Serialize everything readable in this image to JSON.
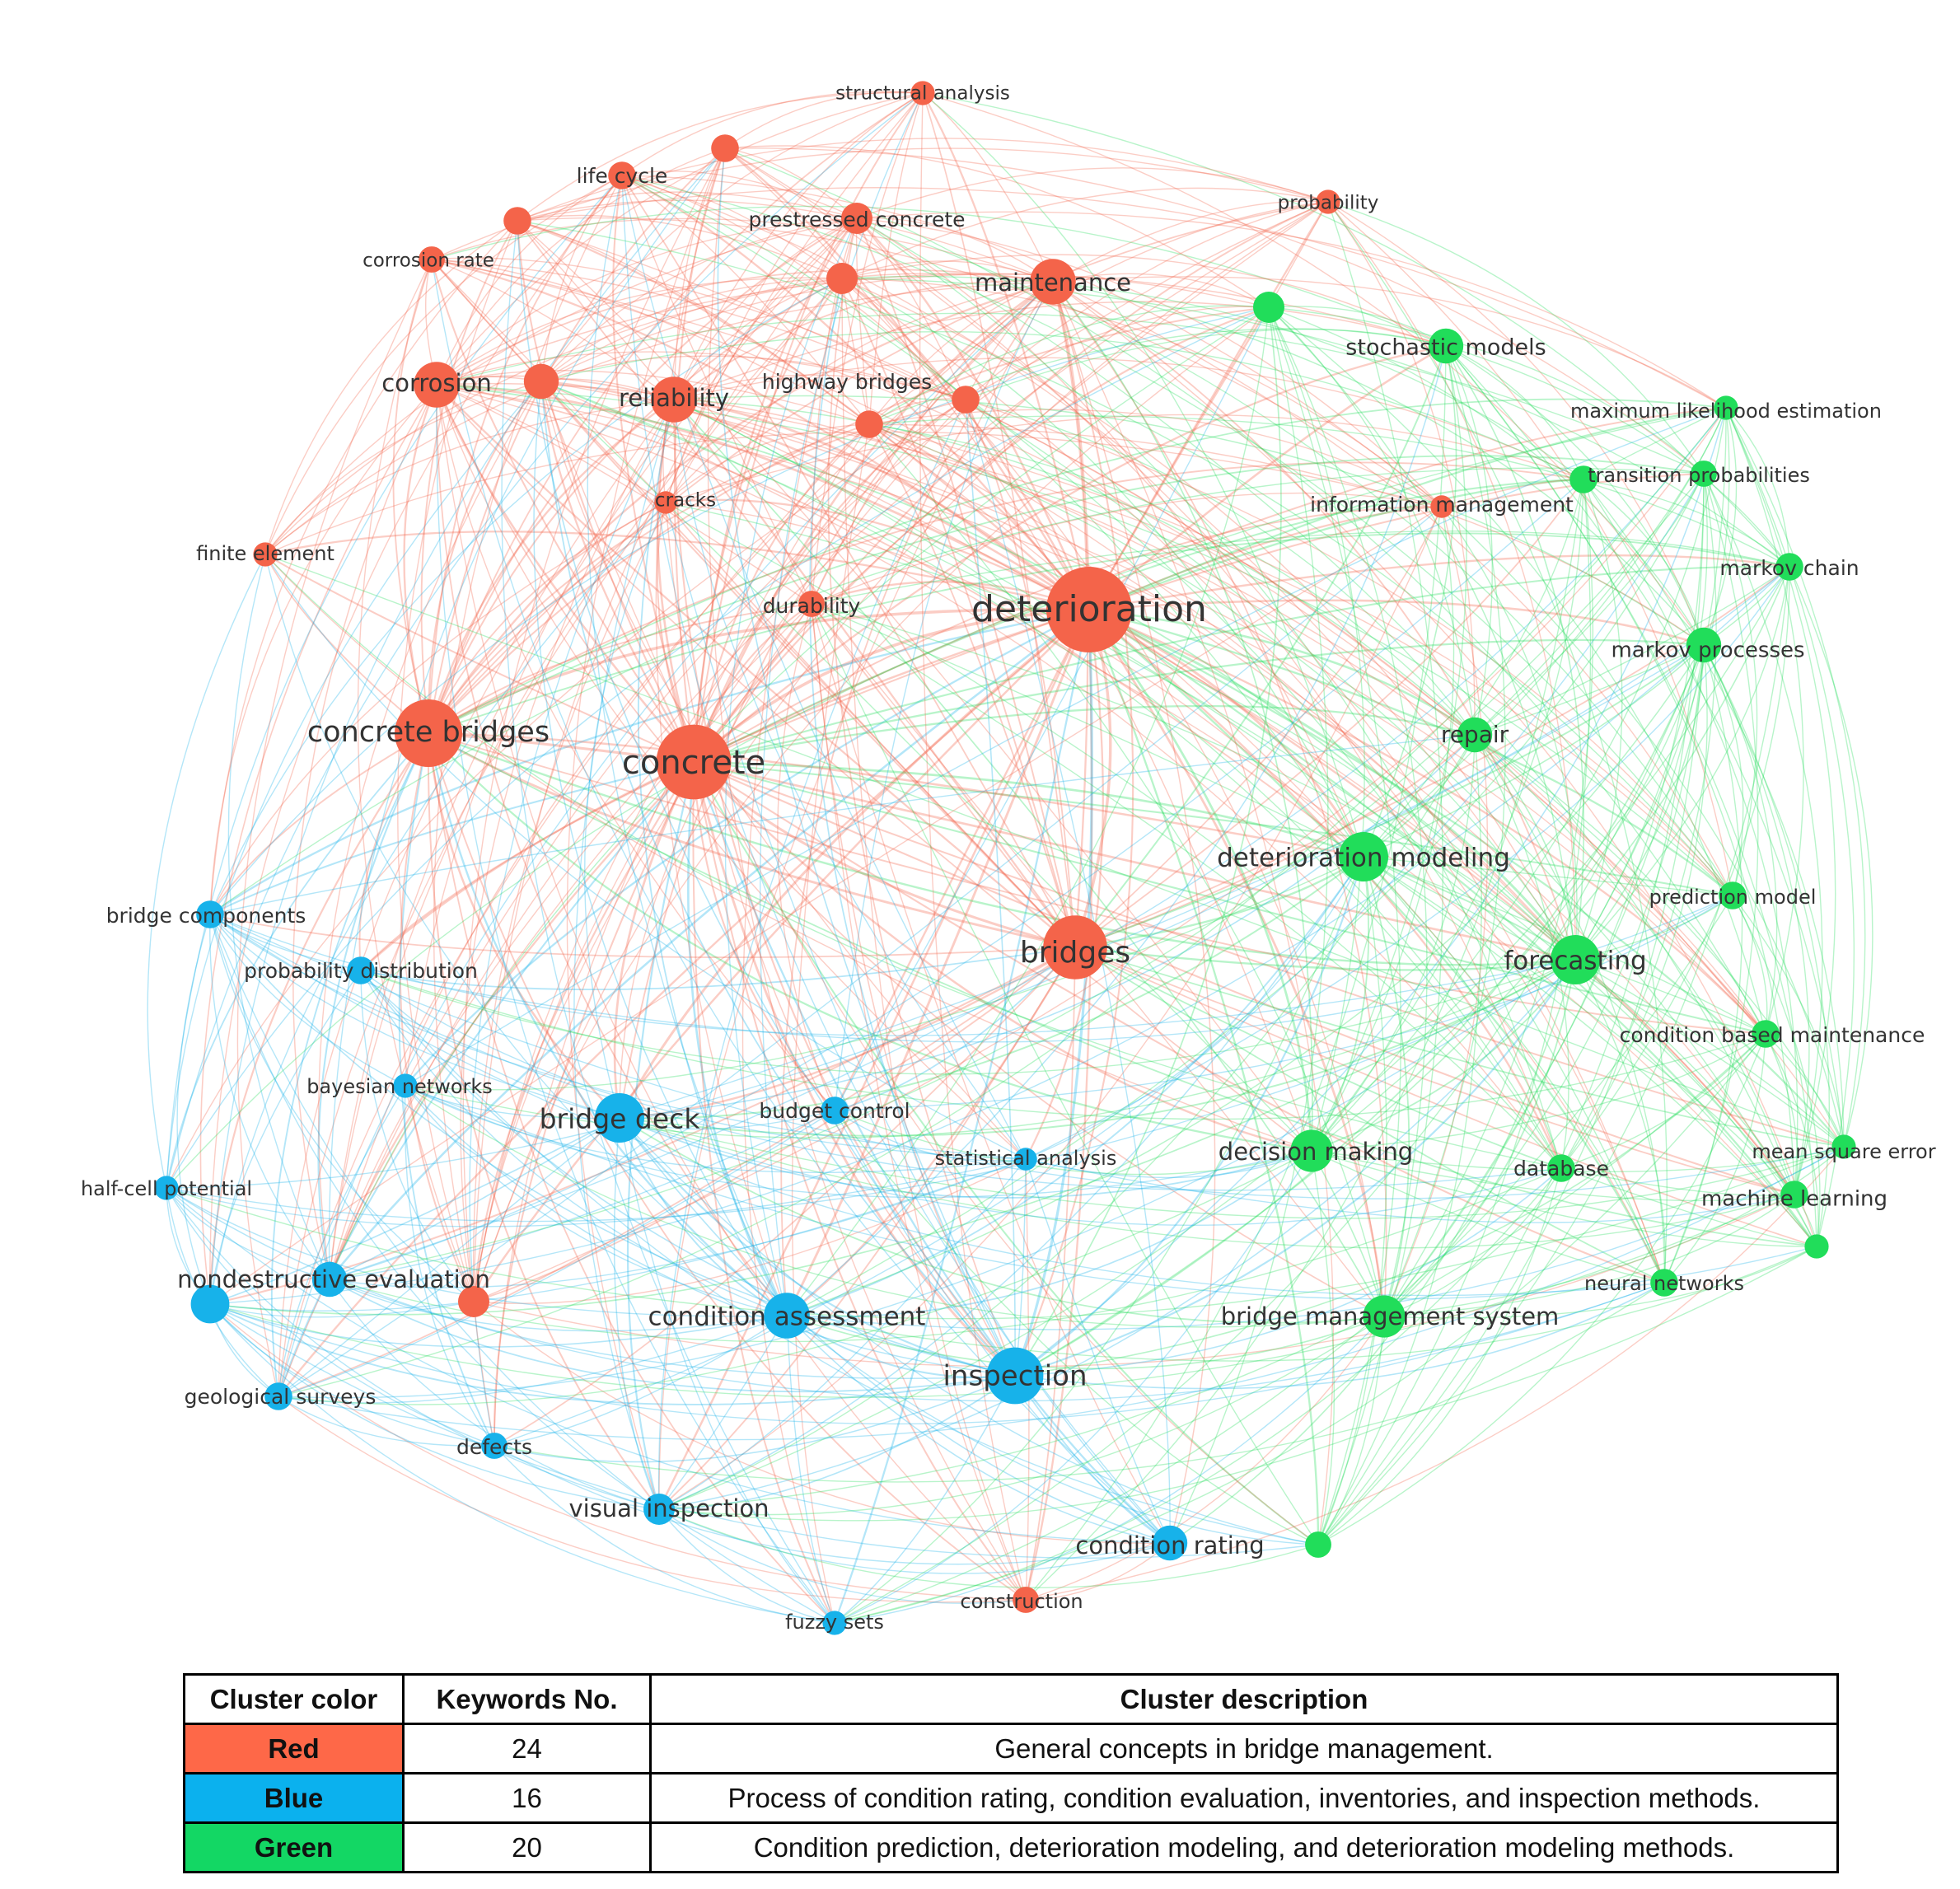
{
  "clusters": {
    "red": "#f4644a",
    "blue": "#17b2ea",
    "green": "#21dd5a"
  },
  "nodes": [
    {
      "id": "deterioration",
      "label": "deterioration",
      "cluster": "red",
      "weight": 10
    },
    {
      "id": "concrete",
      "label": "concrete",
      "cluster": "red",
      "weight": 8.5
    },
    {
      "id": "concrete-bridges",
      "label": "concrete bridges",
      "cluster": "red",
      "weight": 7.5
    },
    {
      "id": "bridges",
      "label": "bridges",
      "cluster": "red",
      "weight": 7
    },
    {
      "id": "reliability",
      "label": "reliability",
      "cluster": "red",
      "weight": 4.5
    },
    {
      "id": "corrosion",
      "label": "corrosion",
      "cluster": "red",
      "weight": 4.5
    },
    {
      "id": "maintenance",
      "label": "maintenance",
      "cluster": "red",
      "weight": 4.5
    },
    {
      "id": "highway-bridges",
      "label": "highway bridges",
      "cluster": "red",
      "weight": 2
    },
    {
      "id": "prestressed-concrete",
      "label": "prestressed concrete",
      "cluster": "red",
      "weight": 2.5
    },
    {
      "id": "life-cycle",
      "label": "life cycle",
      "cluster": "red",
      "weight": 2
    },
    {
      "id": "corrosion-rate",
      "label": "corrosion rate",
      "cluster": "red",
      "weight": 1.8
    },
    {
      "id": "structural-analysis",
      "label": "structural analysis",
      "cluster": "red",
      "weight": 1.5
    },
    {
      "id": "probability",
      "label": "probability",
      "cluster": "red",
      "weight": 1.5
    },
    {
      "id": "cracks",
      "label": "cracks",
      "cluster": "red",
      "weight": 1.3
    },
    {
      "id": "durability",
      "label": "durability",
      "cluster": "red",
      "weight": 1.8
    },
    {
      "id": "finite-element",
      "label": "finite element",
      "cluster": "red",
      "weight": 1.5
    },
    {
      "id": "information-management",
      "label": "information management",
      "cluster": "red",
      "weight": 1.3
    },
    {
      "id": "construction",
      "label": "construction",
      "cluster": "red",
      "weight": 1.8
    },
    {
      "id": "r-unlabeled-1",
      "label": "",
      "cluster": "red",
      "weight": 3
    },
    {
      "id": "r-unlabeled-2",
      "label": "",
      "cluster": "red",
      "weight": 2.5
    },
    {
      "id": "r-unlabeled-3",
      "label": "",
      "cluster": "red",
      "weight": 2.5
    },
    {
      "id": "r-unlabeled-4",
      "label": "",
      "cluster": "red",
      "weight": 2
    },
    {
      "id": "r-unlabeled-5",
      "label": "",
      "cluster": "red",
      "weight": 2
    },
    {
      "id": "r-unlabeled-6",
      "label": "",
      "cluster": "red",
      "weight": 2
    },
    {
      "id": "bridge-deck",
      "label": "bridge deck",
      "cluster": "blue",
      "weight": 5
    },
    {
      "id": "inspection",
      "label": "inspection",
      "cluster": "blue",
      "weight": 6
    },
    {
      "id": "condition-assessment",
      "label": "condition assessment",
      "cluster": "blue",
      "weight": 4.5
    },
    {
      "id": "condition-rating",
      "label": "condition rating",
      "cluster": "blue",
      "weight": 3
    },
    {
      "id": "visual-inspection",
      "label": "visual inspection",
      "cluster": "blue",
      "weight": 2.5
    },
    {
      "id": "nondestructive-evaluation",
      "label": "nondestructive evaluation",
      "cluster": "blue",
      "weight": 3
    },
    {
      "id": "bridge-components",
      "label": "bridge components",
      "cluster": "blue",
      "weight": 2
    },
    {
      "id": "probability-distribution",
      "label": "probability distribution",
      "cluster": "blue",
      "weight": 2
    },
    {
      "id": "bayesian-networks",
      "label": "bayesian networks",
      "cluster": "blue",
      "weight": 1.5
    },
    {
      "id": "budget-control",
      "label": "budget control",
      "cluster": "blue",
      "weight": 2
    },
    {
      "id": "statistical-analysis",
      "label": "statistical analysis",
      "cluster": "blue",
      "weight": 1.3
    },
    {
      "id": "half-cell-potential",
      "label": "half-cell potential",
      "cluster": "blue",
      "weight": 1.5
    },
    {
      "id": "geological-surveys",
      "label": "geological surveys",
      "cluster": "blue",
      "weight": 2
    },
    {
      "id": "defects",
      "label": "defects",
      "cluster": "blue",
      "weight": 1.8
    },
    {
      "id": "fuzzy-sets",
      "label": "fuzzy sets",
      "cluster": "blue",
      "weight": 1.5
    },
    {
      "id": "b-unlabeled-1",
      "label": "",
      "cluster": "blue",
      "weight": 3.5
    },
    {
      "id": "deterioration-modeling",
      "label": "deterioration modeling",
      "cluster": "green",
      "weight": 5
    },
    {
      "id": "forecasting",
      "label": "forecasting",
      "cluster": "green",
      "weight": 5
    },
    {
      "id": "bridge-management-system",
      "label": "bridge management system",
      "cluster": "green",
      "weight": 4
    },
    {
      "id": "decision-making",
      "label": "decision making",
      "cluster": "green",
      "weight": 4
    },
    {
      "id": "stochastic-models",
      "label": "stochastic models",
      "cluster": "green",
      "weight": 3
    },
    {
      "id": "repair",
      "label": "repair",
      "cluster": "green",
      "weight": 3
    },
    {
      "id": "markov-processes",
      "label": "markov processes",
      "cluster": "green",
      "weight": 3
    },
    {
      "id": "markov-chain",
      "label": "markov chain",
      "cluster": "green",
      "weight": 2
    },
    {
      "id": "transition-probabilities",
      "label": "transition probabilities",
      "cluster": "green",
      "weight": 2
    },
    {
      "id": "maximum-likelihood-estimation",
      "label": "maximum likelihood estimation",
      "cluster": "green",
      "weight": 1.5
    },
    {
      "id": "prediction-model",
      "label": "prediction model",
      "cluster": "green",
      "weight": 2
    },
    {
      "id": "condition-based-maintenance",
      "label": "condition based maintenance",
      "cluster": "green",
      "weight": 2
    },
    {
      "id": "mean-square-error",
      "label": "mean square error",
      "cluster": "green",
      "weight": 1.5
    },
    {
      "id": "machine-learning",
      "label": "machine learning",
      "cluster": "green",
      "weight": 2
    },
    {
      "id": "neural-networks",
      "label": "neural networks",
      "cluster": "green",
      "weight": 2
    },
    {
      "id": "database",
      "label": "database",
      "cluster": "green",
      "weight": 2
    },
    {
      "id": "g-unlabeled-1",
      "label": "",
      "cluster": "green",
      "weight": 2.5
    },
    {
      "id": "g-unlabeled-2",
      "label": "",
      "cluster": "green",
      "weight": 1.8
    },
    {
      "id": "g-unlabeled-3",
      "label": "",
      "cluster": "green",
      "weight": 1.8
    },
    {
      "id": "g-unlabeled-4",
      "label": "",
      "cluster": "green",
      "weight": 1.5
    }
  ],
  "legend": {
    "headers": [
      "Cluster color",
      "Keywords No.",
      "Cluster description"
    ],
    "rows": [
      {
        "color": "Red",
        "count": "24",
        "description": "General concepts in bridge management.",
        "swatch": "#fe6848"
      },
      {
        "color": "Blue",
        "count": "16",
        "description": "Process of condition rating, condition evaluation, inventories, and inspection methods.",
        "swatch": "#0bb1ee"
      },
      {
        "color": "Green",
        "count": "20",
        "description": "Condition prediction, deterioration modeling, and deterioration modeling methods.",
        "swatch": "#13d764"
      }
    ]
  }
}
